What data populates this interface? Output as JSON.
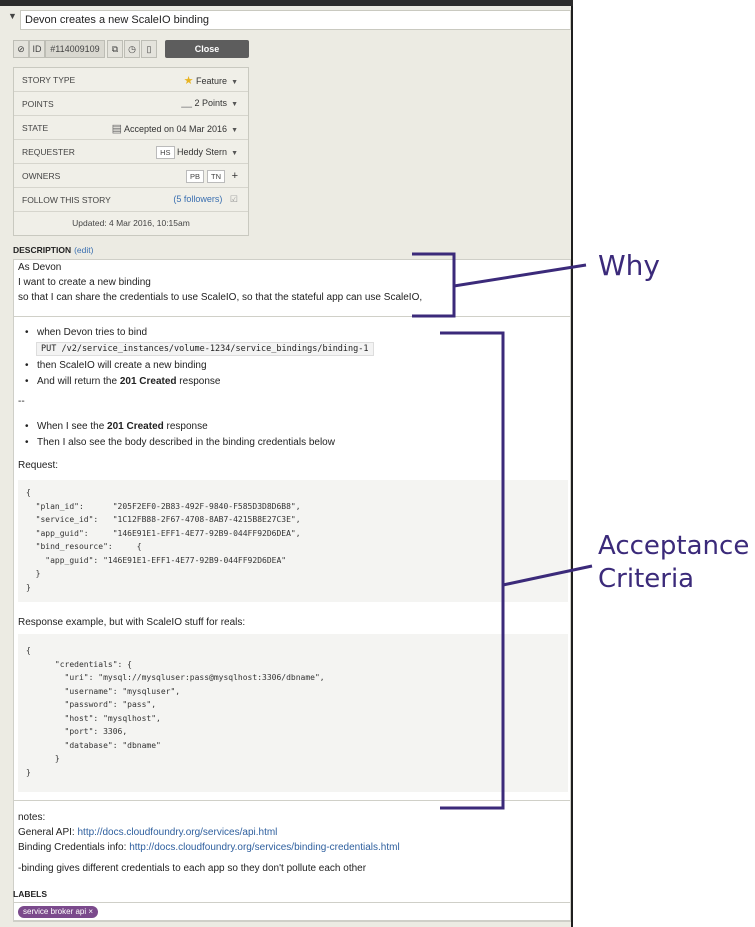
{
  "story": {
    "title": "Devon creates a new ScaleIO binding",
    "id_label": "ID",
    "id_value": "#114009109",
    "close_label": "Close"
  },
  "fields": {
    "story_type": {
      "label": "STORY TYPE",
      "value": "Feature"
    },
    "points": {
      "label": "POINTS",
      "value": "2 Points"
    },
    "state": {
      "label": "STATE",
      "value": "Accepted on 04 Mar 2016"
    },
    "requester": {
      "label": "REQUESTER",
      "initials": "HS",
      "value": "Heddy Stern"
    },
    "owners": {
      "label": "OWNERS",
      "tags": [
        "PB",
        "TN"
      ],
      "add": "+"
    },
    "follow": {
      "label": "FOLLOW THIS STORY",
      "value": "(5 followers)"
    },
    "updated": "Updated: 4 Mar 2016, 10:15am"
  },
  "description": {
    "label": "DESCRIPTION",
    "edit": "(edit)",
    "lines": [
      "As Devon",
      "I want to create a new binding",
      "so that I can share the credentials to use ScaleIO, so that the stateful app can use ScaleIO,"
    ],
    "bullet1": "when Devon tries to bind",
    "put_code": "PUT /v2/service_instances/volume-1234/service_bindings/binding-1",
    "bullet2": "then ScaleIO will create a new binding",
    "bullet3_pre": "And will return the ",
    "bullet3_bold": "201 Created",
    "bullet3_post": " response",
    "separator": "--",
    "bullet4_pre": "When I see the ",
    "bullet4_bold": "201 Created",
    "bullet4_post": " response",
    "bullet5": "Then I also see the body described in the binding credentials below",
    "request_label": "Request:",
    "request_code": "{\n  \"plan_id\":      \"205F2EF0-2B83-492F-9840-F585D3D8D6B8\",\n  \"service_id\":   \"1C12FB88-2F67-4708-8AB7-4215B8E27C3E\",\n  \"app_guid\":     \"146E91E1-EFF1-4E77-92B9-044FF92D6DEA\",\n  \"bind_resource\":     {\n    \"app_guid\": \"146E91E1-EFF1-4E77-92B9-044FF92D6DEA\"\n  }\n}",
    "response_label": "Response example, but with ScaleIO stuff for reals:",
    "response_code": "{\n      \"credentials\": {\n        \"uri\": \"mysql://mysqluser:pass@mysqlhost:3306/dbname\",\n        \"username\": \"mysqluser\",\n        \"password\": \"pass\",\n        \"host\": \"mysqlhost\",\n        \"port\": 3306,\n        \"database\": \"dbname\"\n      }\n}",
    "notes_label": "notes:",
    "general_api_label": "General API: ",
    "general_api_url": "http://docs.cloudfoundry.org/services/api.html",
    "binding_info_label": "Binding Credentials info: ",
    "binding_info_url": "http://docs.cloudfoundry.org/services/binding-credentials.html",
    "note_line": "-binding gives different credentials to each app so they don't pollute each other"
  },
  "labels": {
    "label": "LABELS",
    "chip": "service broker api",
    "chip_remove": "×"
  },
  "annotations": {
    "why": "Why",
    "acceptance_line1": "Acceptance",
    "acceptance_line2": "Criteria",
    "color": "#3b2a7a"
  }
}
